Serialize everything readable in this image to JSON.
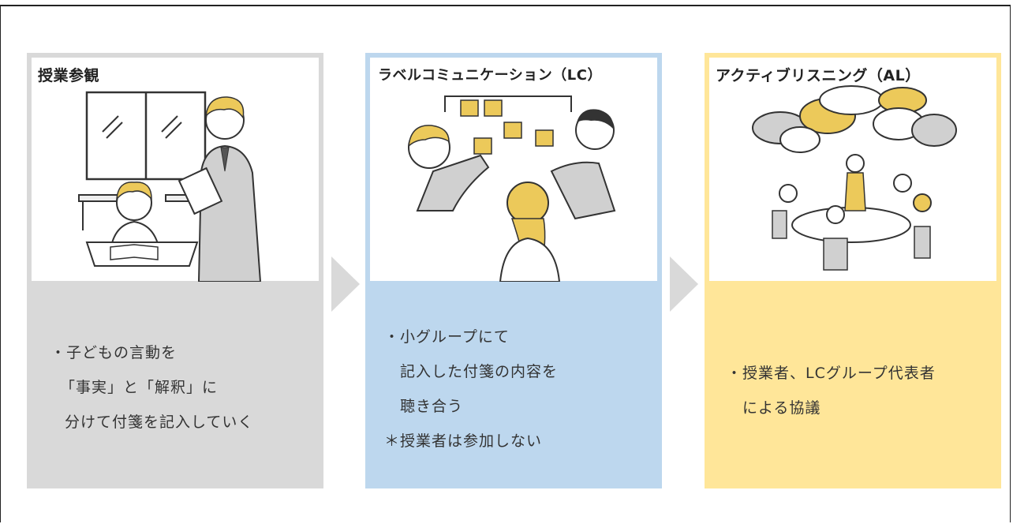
{
  "panels": [
    {
      "title": "授業参観",
      "bg": "#d9d9d9",
      "lines": [
        "・子どもの言動を",
        "「事実」と「解釈」に",
        "分けて付箋を記入していく"
      ]
    },
    {
      "title": "ラベルコミュニケーション（LC）",
      "bg": "#bdd7ee",
      "lines": [
        "・小グループにて",
        "記入した付箋の内容を",
        "聴き合う",
        "＊授業者は参加しない"
      ]
    },
    {
      "title": "アクティブリスニング（AL）",
      "bg": "#ffe699",
      "lines": [
        "・授業者、LCグループ代表者",
        "による協議"
      ]
    }
  ],
  "colors": {
    "arrow": "#d9d9d9",
    "accent_yellow": "#ecc95a",
    "border": "#222222"
  },
  "icons": [
    "teacher-child-illustration",
    "sticky-note-meeting-illustration",
    "group-discussion-illustration"
  ]
}
